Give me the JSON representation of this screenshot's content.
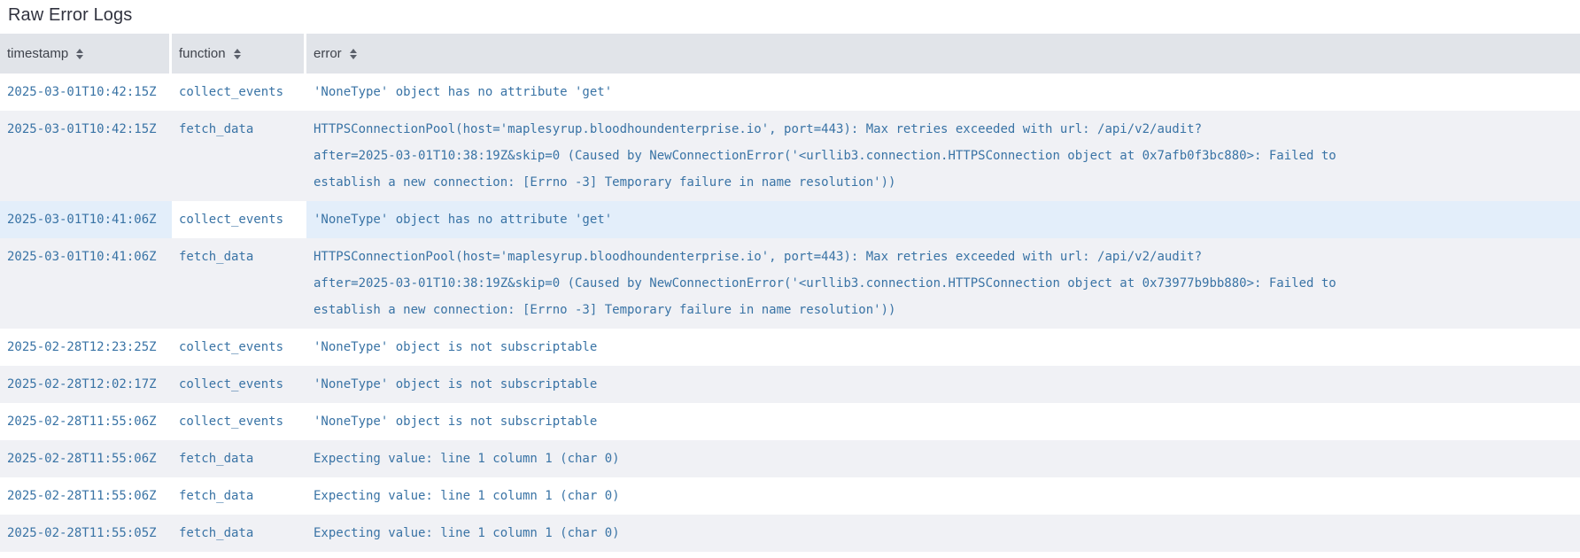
{
  "page": {
    "title": "Raw Error Logs"
  },
  "colors": {
    "header_bg": "#e1e4e9",
    "row_alt_bg": "#f0f1f5",
    "row_hover_bg": "#e3eefa",
    "hovered_cell_bg": "#ffffff",
    "log_text": "#3973a5",
    "header_text": "#3f434c",
    "title_text": "#31333F"
  },
  "table": {
    "columns": [
      {
        "label": "timestamp"
      },
      {
        "label": "function"
      },
      {
        "label": "error"
      }
    ],
    "state": {
      "hovered_row_index": 2,
      "hovered_cell_column": "function"
    },
    "rows": [
      {
        "timestamp": "2025-03-01T10:42:15Z",
        "function": "collect_events",
        "error": "'NoneType' object has no attribute 'get'"
      },
      {
        "timestamp": "2025-03-01T10:42:15Z",
        "function": "fetch_data",
        "error": [
          "HTTPSConnectionPool(host='maplesyrup.bloodhoundenterprise.io', port=443): Max retries exceeded with url: /api/v2/audit?",
          "after=2025-03-01T10:38:19Z&skip=0 (Caused by NewConnectionError('<urllib3.connection.HTTPSConnection object at 0x7afb0f3bc880>: Failed to",
          "establish a new connection: [Errno -3] Temporary failure in name resolution'))"
        ]
      },
      {
        "timestamp": "2025-03-01T10:41:06Z",
        "function": "collect_events",
        "error": "'NoneType' object has no attribute 'get'"
      },
      {
        "timestamp": "2025-03-01T10:41:06Z",
        "function": "fetch_data",
        "error": [
          "HTTPSConnectionPool(host='maplesyrup.bloodhoundenterprise.io', port=443): Max retries exceeded with url: /api/v2/audit?",
          "after=2025-03-01T10:38:19Z&skip=0 (Caused by NewConnectionError('<urllib3.connection.HTTPSConnection object at 0x73977b9bb880>: Failed to",
          "establish a new connection: [Errno -3] Temporary failure in name resolution'))"
        ]
      },
      {
        "timestamp": "2025-02-28T12:23:25Z",
        "function": "collect_events",
        "error": "'NoneType' object is not subscriptable"
      },
      {
        "timestamp": "2025-02-28T12:02:17Z",
        "function": "collect_events",
        "error": "'NoneType' object is not subscriptable"
      },
      {
        "timestamp": "2025-02-28T11:55:06Z",
        "function": "collect_events",
        "error": "'NoneType' object is not subscriptable"
      },
      {
        "timestamp": "2025-02-28T11:55:06Z",
        "function": "fetch_data",
        "error": "Expecting value: line 1 column 1 (char 0)"
      },
      {
        "timestamp": "2025-02-28T11:55:06Z",
        "function": "fetch_data",
        "error": "Expecting value: line 1 column 1 (char 0)"
      },
      {
        "timestamp": "2025-02-28T11:55:05Z",
        "function": "fetch_data",
        "error": "Expecting value: line 1 column 1 (char 0)"
      }
    ]
  }
}
